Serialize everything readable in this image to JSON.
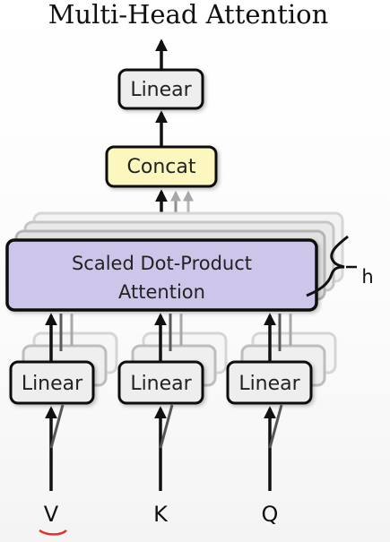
{
  "diagram": {
    "title": "Multi-Head Attention",
    "top_linear_label": "Linear",
    "concat_label": "Concat",
    "attention_line1": "Scaled Dot-Product",
    "attention_line2": "Attention",
    "heads_label": "h",
    "inputs": [
      {
        "label": "V",
        "linear_label": "Linear"
      },
      {
        "label": "K",
        "linear_label": "Linear"
      },
      {
        "label": "Q",
        "linear_label": "Linear"
      }
    ],
    "colors": {
      "linear_fill": "#eeeeee",
      "concat_fill": "#fbf7bf",
      "attention_fill": "#cdc6ea",
      "stroke": "#111111",
      "annotation": "#e0302a"
    }
  }
}
